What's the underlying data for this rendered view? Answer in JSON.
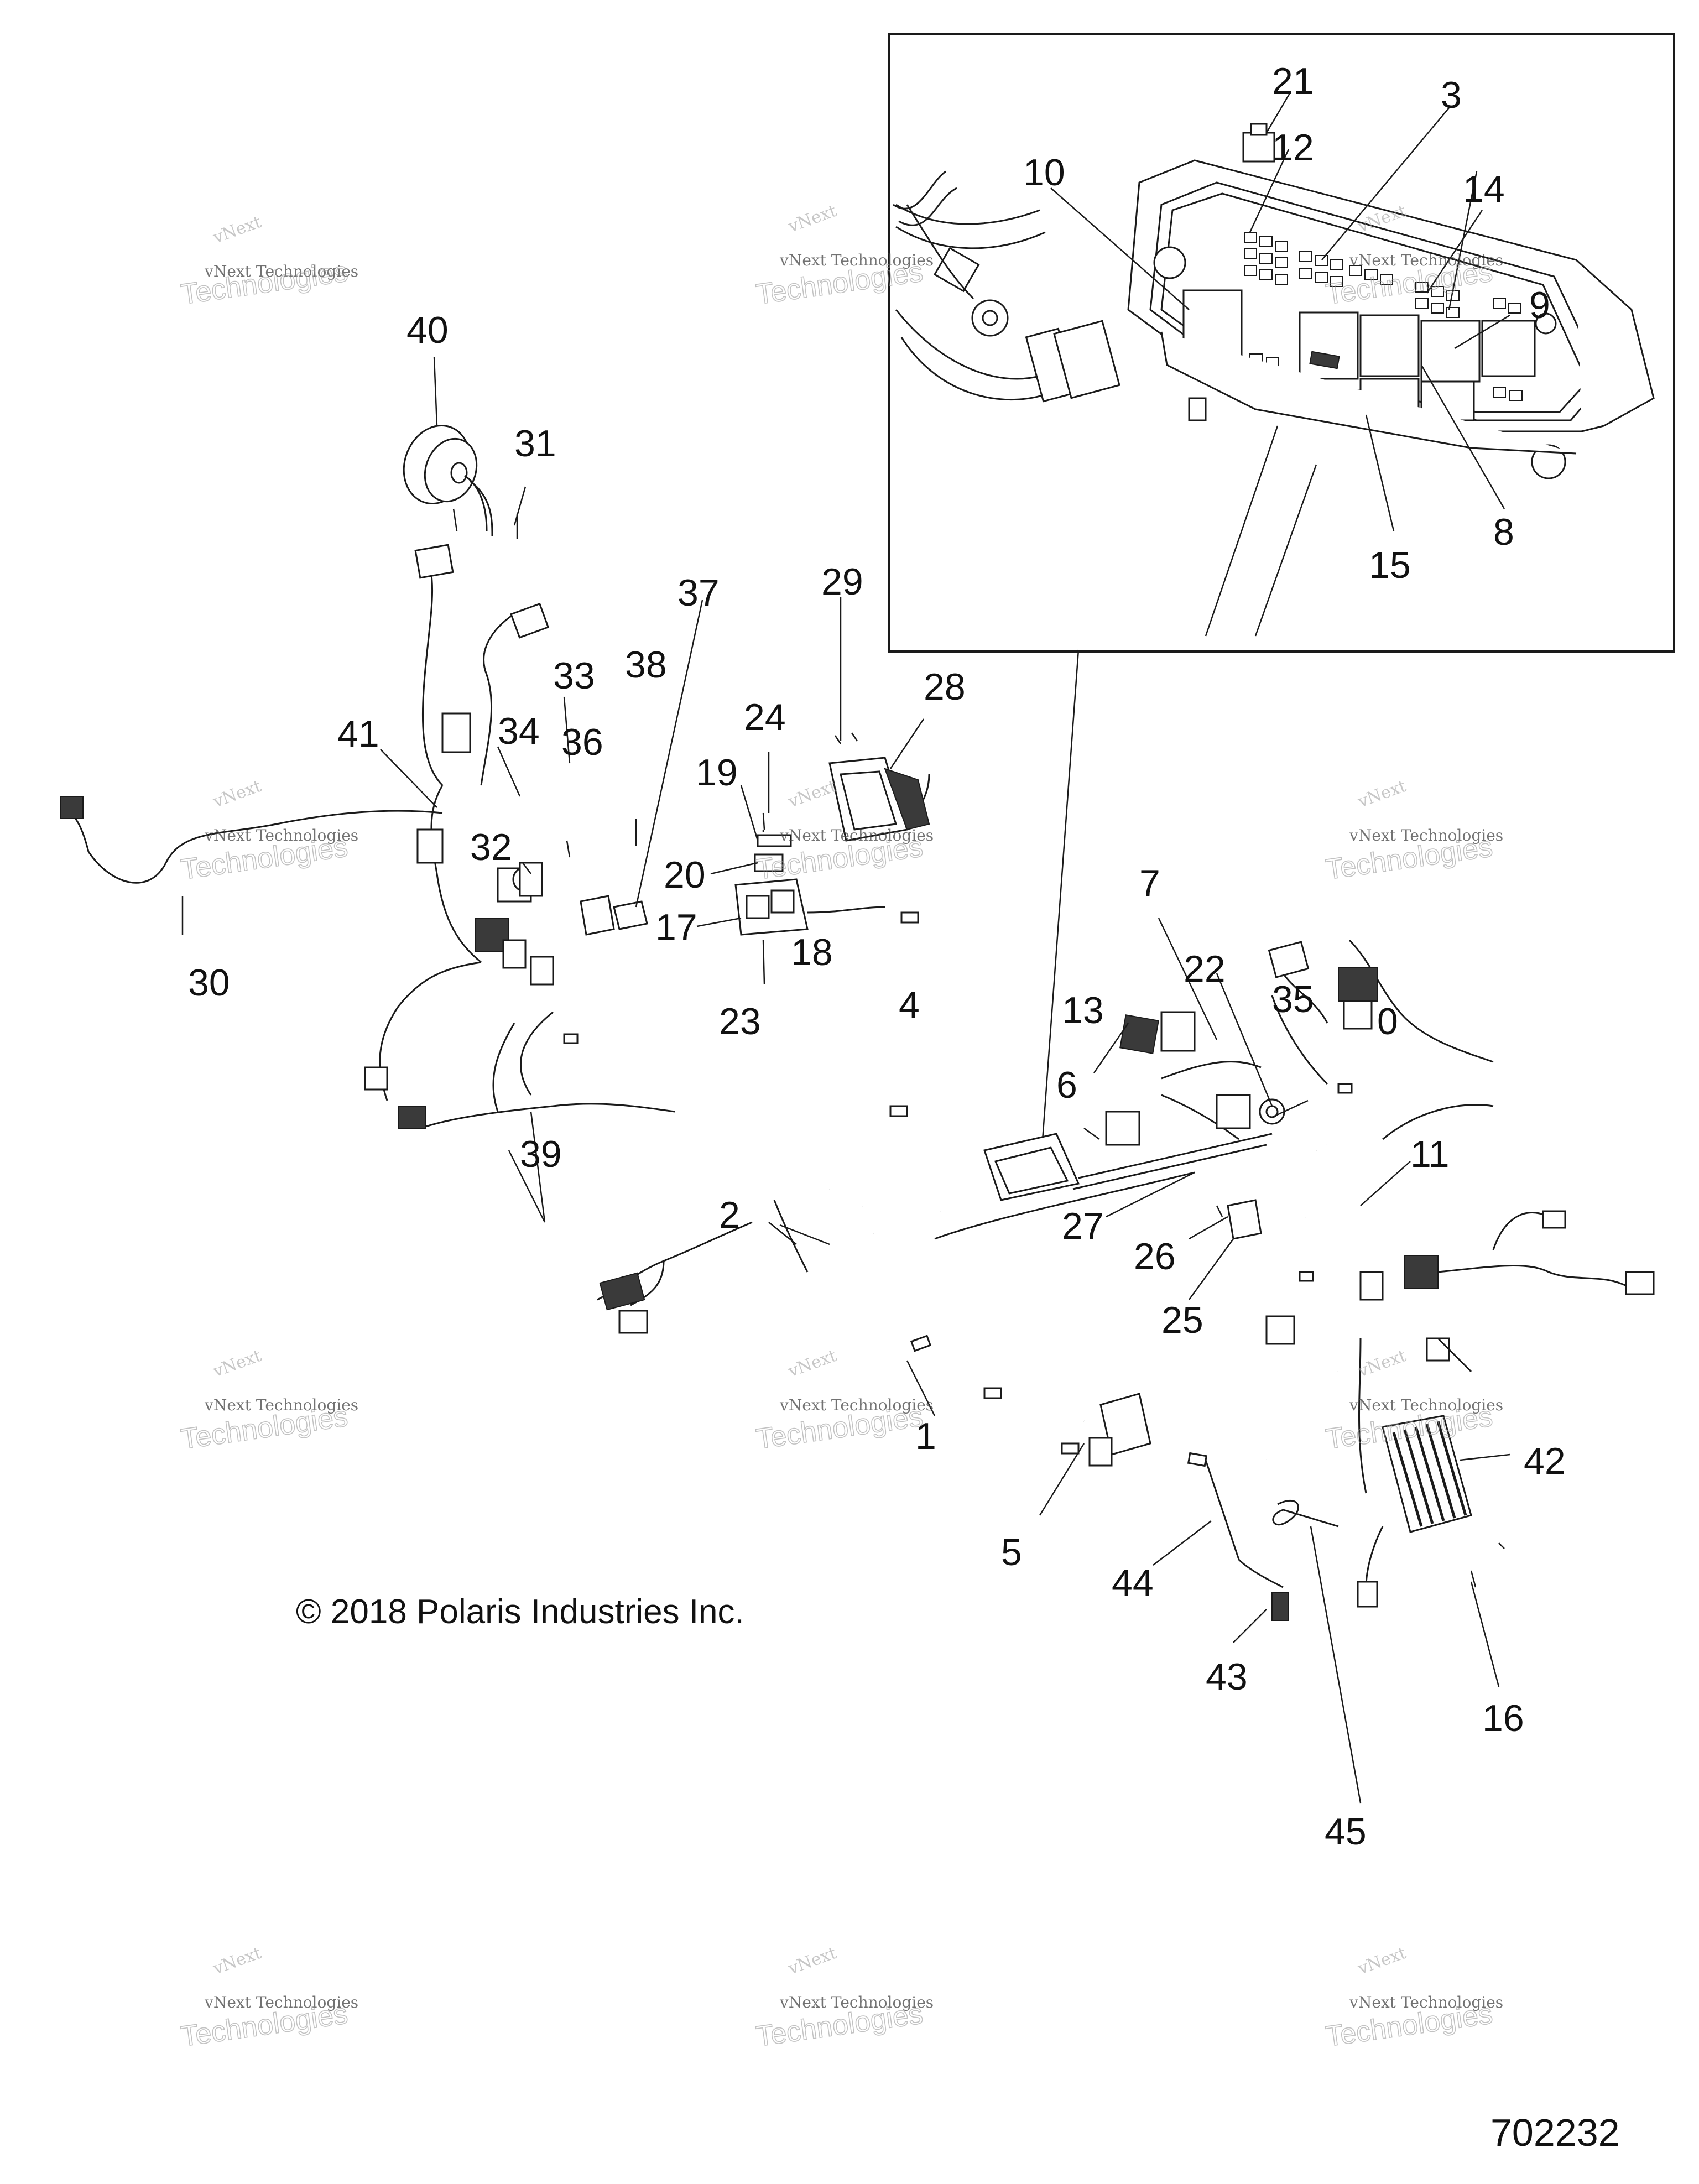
{
  "copyright": "© 2018 Polaris Industries Inc.",
  "document_number": "702232",
  "watermark": {
    "line1": "vNext Technologies",
    "line2": "vNext",
    "line3": "Technologies"
  },
  "callouts": [
    "1",
    "2",
    "3",
    "4",
    "5",
    "6",
    "7",
    "8",
    "9",
    "10",
    "11",
    "12",
    "13",
    "14",
    "15",
    "16",
    "17",
    "18",
    "19",
    "20",
    "21",
    "22",
    "23",
    "24",
    "25",
    "26",
    "27",
    "28",
    "29",
    "30",
    "31",
    "32",
    "33",
    "34",
    "35",
    "36",
    "37",
    "38",
    "39",
    "40",
    "41",
    "42",
    "43",
    "44",
    "45"
  ],
  "icons": {
    "fuse_box": "fuse-relay-box-icon",
    "ecu": "ecu-module-icon",
    "motor": "actuator-motor-icon",
    "regulator": "voltage-regulator-icon",
    "harness": "wire-harness-icon"
  },
  "colors": {
    "line": "#1a1a1a",
    "background": "#ffffff",
    "watermark": "#9a9a9a"
  }
}
